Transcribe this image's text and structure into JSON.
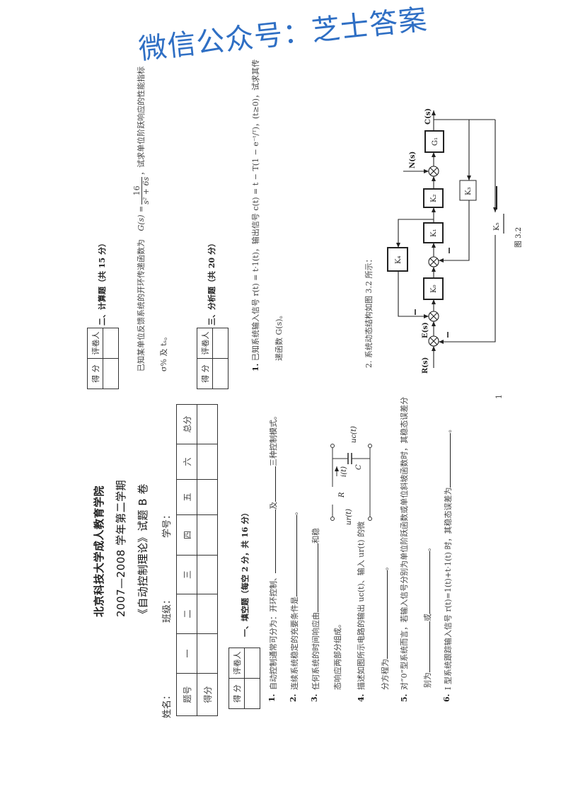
{
  "header": {
    "school": "北京科技大学成人教育学院",
    "term": "2007—2008 学年第二学期",
    "exam_title": "《自动控制理论》试题 B 卷",
    "name_label": "姓名：",
    "class_label": "班级：",
    "id_label": "学号："
  },
  "score_table": {
    "headers": [
      "题号",
      "一",
      "二",
      "三",
      "四",
      "五",
      "六",
      "总分"
    ],
    "row_label": "得分"
  },
  "grader_table": {
    "score": "得 分",
    "grader": "评卷人"
  },
  "section1": {
    "heading": "一、填空题（每空 2 分，共 16 分）",
    "q1": {
      "num": "1.",
      "a": "自动控制通常可分为：开环控制、",
      "b": "及",
      "c": "三种控制模式。"
    },
    "q2": {
      "num": "2.",
      "a": "连续系统稳定的充要条件是",
      "b": "。"
    },
    "q3": {
      "num": "3.",
      "a": "任何系统的时间响应由",
      "b": "和稳",
      "c": "态响应两部分组成。"
    },
    "q4": {
      "num": "4.",
      "a": "描述如图所示电路的输出 uc(t)、输入 ur(t) 的微",
      "b": "分方程为",
      "c": "。"
    },
    "q5": {
      "num": "5.",
      "a": "对“0”型系统而言，若输入信号分别为单位阶跃函数或单位斜坡函数时，其稳态误差分",
      "b": "别为",
      "c": "或",
      "d": "。"
    },
    "q6": {
      "num": "6.",
      "a": "I 型系统跟踪输入信号 r(t)=1(t)+t·1(t) 时，其稳态误差为",
      "b": "。"
    }
  },
  "circuit": {
    "ur": "ur(t)",
    "uc": "uc(t)",
    "R": "R",
    "C": "C",
    "i": "i(t)"
  },
  "section2": {
    "heading": "二、计算题（共 15 分）",
    "text_a": "已知某单位反馈系统的开环传递函数为",
    "gs": "G(s) =",
    "num": "16",
    "den": "s² + 6s",
    "text_b": "，试求单位阶跃响应的性能指标",
    "text_c": "σ% 及 tₛ。"
  },
  "section3": {
    "heading": "三、分析题（共 20 分）",
    "q1": {
      "num": "1.",
      "a": "已知系统输入信号 r(t) = t·1(t)，输出信号 c(t) = t − T(1 − e⁻ᵗ/ᵀ)，(t≥0)，试求其传",
      "b": "递函数 G(s)。"
    },
    "q2": {
      "text": "2. 系统动态结构如图 3.2 所示："
    }
  },
  "diagram": {
    "R": "R(s)",
    "E": "E(s)",
    "N": "N(s)",
    "C": "C(s)",
    "K0": "K₀",
    "K1": "K₁",
    "K2": "K₂",
    "K3": "K₃",
    "K4": "K₄",
    "K5": "K₅",
    "G1": "G₁",
    "caption": "图 3.2"
  },
  "page_number": "1",
  "watermark": "微信公众号：芝士答案",
  "colors": {
    "watermark": "#2f6fc4",
    "text": "#444444"
  }
}
